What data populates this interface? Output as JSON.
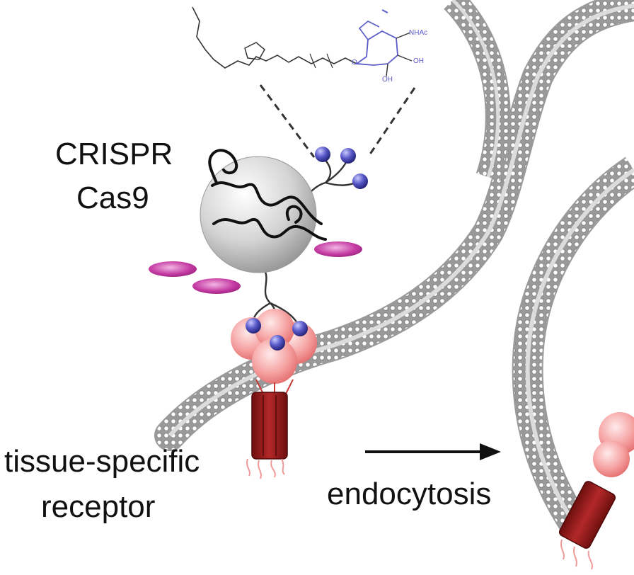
{
  "labels": {
    "crispr": "CRISPR",
    "cas9": "Cas9",
    "tissue_specific": "tissue-specific",
    "receptor": "receptor",
    "endocytosis": "endocytosis"
  },
  "chem_fragments": {
    "nhac": "NHAc",
    "oh_1": "OH",
    "oh_2": "OH",
    "o": "O"
  },
  "colors": {
    "membrane": "#b9b9b9",
    "membrane_highlight": "#f3d3d6",
    "cas9_sphere": "#cfcfcf",
    "ligand_ball": "#4747b8",
    "purple_disk": "#c0329c",
    "receptor_red": "#9c1c1c",
    "pink_sphere": "#f29a9a",
    "sugar_blue": "#5a5ac8",
    "arrow": "#111111"
  },
  "icons": {
    "ligand": "galnac-sugar-structure",
    "cas9": "cas9-protein-sphere",
    "receptor": "transmembrane-receptor",
    "arrow": "right-arrow"
  }
}
